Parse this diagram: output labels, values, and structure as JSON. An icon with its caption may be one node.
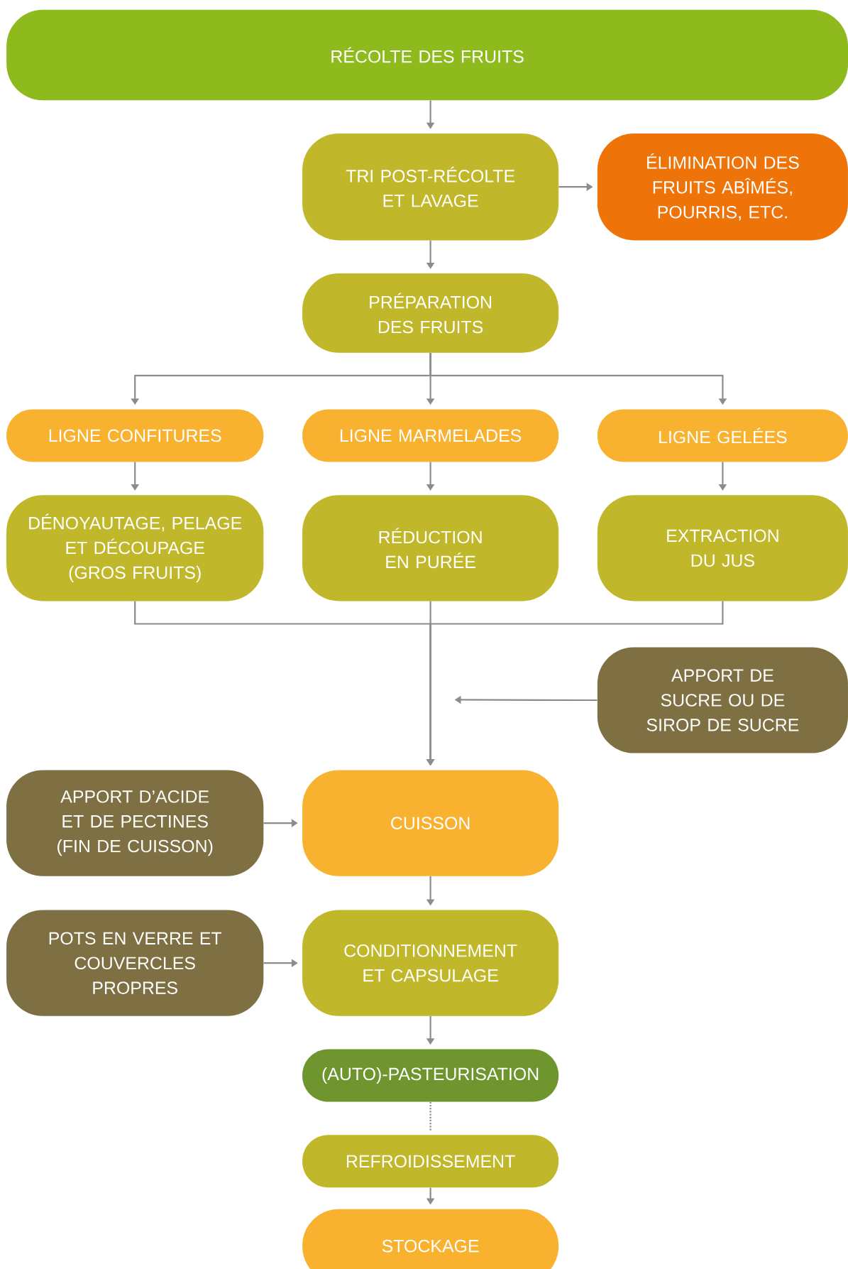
{
  "diagram": {
    "nodes": [
      {
        "text": [
          "RÉCOLTE DES FRUITS"
        ]
      },
      {
        "text": [
          "TRI POST-RÉCOLTE ET LAVAGE"
        ]
      },
      {
        "text": [
          "ÉLIMINATION DES FRUITS ABÎMÉS, POURRIS, ETC."
        ]
      },
      {
        "text": [
          "PRÉPARATION DES FRUITS"
        ]
      },
      {
        "text": [
          "LIGNE CONFITURES"
        ]
      },
      {
        "text": [
          "LIGNE MARMELADES"
        ]
      },
      {
        "text": [
          "LIGNE GELÉES"
        ]
      },
      {
        "text": [
          "DÉNOYAUTAGE, PELAGE ET DÉCOUPAGE (GROS FRUITS)"
        ]
      },
      {
        "text": [
          "RÉDUCTION EN PURÉE"
        ]
      },
      {
        "text": [
          "EXTRACTION DU JUS"
        ]
      },
      {
        "text": [
          "APPORT DE SUCRE OU DE SIROP DE SUCRE"
        ]
      },
      {
        "text": [
          "APPORT D’ACIDE ET DE PECTINES (FIN DE CUISSON)"
        ]
      },
      {
        "text": [
          "CUISSON"
        ]
      },
      {
        "text": [
          "POTS EN VERRE ET COUVERCLES PROPRES"
        ]
      },
      {
        "text": [
          "CONDITIONNEMENT ET CAPSULAGE"
        ]
      },
      {
        "text": [
          "(AUTO)-PASTEURISATION"
        ]
      },
      {
        "text": [
          "REFROIDISSEMENT"
        ]
      },
      {
        "text": [
          "STOCKAGE"
        ]
      }
    ],
    "edges": [
      {
        "from": 0,
        "to": 1,
        "arrow": "to"
      },
      {
        "from": 1,
        "to": 2,
        "arrow": "to"
      },
      {
        "from": 1,
        "to": 3,
        "arrow": "to"
      },
      {
        "from": 3,
        "to": 4,
        "arrow": "to"
      },
      {
        "from": 3,
        "to": 5,
        "arrow": "to"
      },
      {
        "from": 3,
        "to": 6,
        "arrow": "to"
      },
      {
        "from": 4,
        "to": 7,
        "arrow": "to"
      },
      {
        "from": 5,
        "to": 8,
        "arrow": "to"
      },
      {
        "from": 6,
        "to": 9,
        "arrow": "to"
      },
      {
        "from": 7,
        "to": 12,
        "arrow": "to"
      },
      {
        "from": 8,
        "to": 12,
        "arrow": "to"
      },
      {
        "from": 9,
        "to": 12,
        "arrow": "to"
      },
      {
        "from": 10,
        "to": null,
        "arrow": "to"
      },
      {
        "from": 11,
        "to": 12,
        "arrow": "to"
      },
      {
        "from": 12,
        "to": 14,
        "arrow": "to"
      },
      {
        "from": 13,
        "to": 14,
        "arrow": "to"
      },
      {
        "from": 14,
        "to": 15,
        "arrow": "to"
      },
      {
        "from": 15,
        "to": 16,
        "arrow": "none",
        "style": "dashed"
      },
      {
        "from": 16,
        "to": 17,
        "arrow": "to"
      }
    ]
  }
}
